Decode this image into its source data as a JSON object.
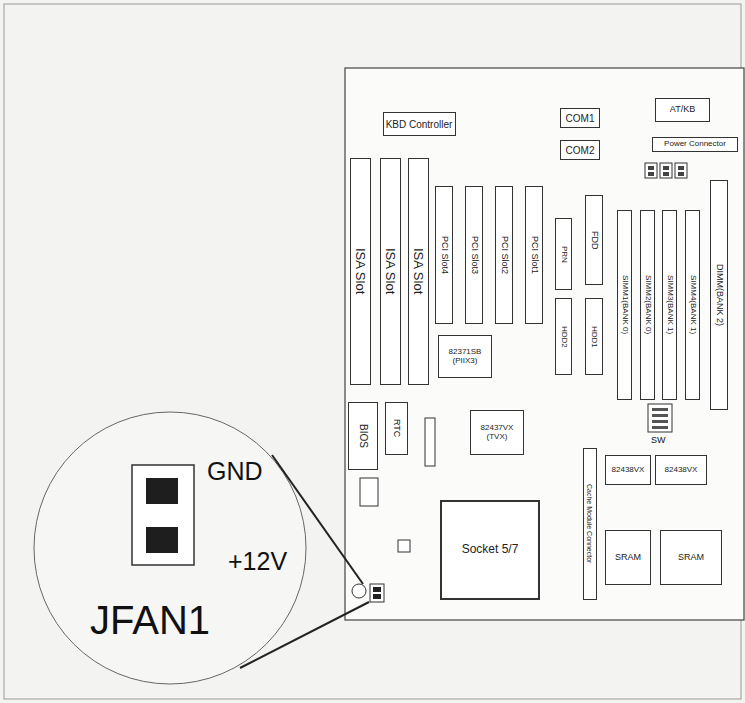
{
  "diagram": {
    "nodes": [
      {
        "text": [
          "KBD Controller"
        ]
      },
      {
        "text": [
          "COM1"
        ]
      },
      {
        "text": [
          "AT/KB"
        ]
      },
      {
        "text": [
          "COM2"
        ]
      },
      {
        "text": [
          "Power Connector"
        ]
      },
      {
        "text": [
          "ISA Slot"
        ]
      },
      {
        "text": [
          "ISA Slot"
        ]
      },
      {
        "text": [
          "ISA Slot"
        ]
      },
      {
        "text": [
          "PCI Slot4"
        ]
      },
      {
        "text": [
          "PCI Slot3"
        ]
      },
      {
        "text": [
          "PCI Slot2"
        ]
      },
      {
        "text": [
          "PCI Slot1"
        ]
      },
      {
        "text": [
          "PRN"
        ]
      },
      {
        "text": [
          "FDD"
        ]
      },
      {
        "text": [
          "HDD2"
        ]
      },
      {
        "text": [
          "HDD1"
        ]
      },
      {
        "text": [
          "SIMM1(BANK 0)"
        ]
      },
      {
        "text": [
          "SIMM2(BANK 0)"
        ]
      },
      {
        "text": [
          "SIMM3(BANK 1)"
        ]
      },
      {
        "text": [
          "SIMM4(BANK 1)"
        ]
      },
      {
        "text": [
          "DIMM(BANK 2)"
        ]
      },
      {
        "text": [
          "82371SB (PIIX3)"
        ]
      },
      {
        "text": [
          "BIOS"
        ]
      },
      {
        "text": [
          "RTC"
        ]
      },
      {
        "text": [
          "82437VX (TVX)"
        ]
      },
      {
        "text": [
          "Cache Module Connector"
        ]
      },
      {
        "text": [
          "82438VX"
        ]
      },
      {
        "text": [
          "82438VX"
        ]
      },
      {
        "text": [
          "Socket 5/7"
        ]
      },
      {
        "text": [
          "SRAM"
        ]
      },
      {
        "text": [
          "SRAM"
        ]
      }
    ],
    "labels": [
      "GND",
      "+12V",
      "JFAN1",
      "SW"
    ]
  }
}
